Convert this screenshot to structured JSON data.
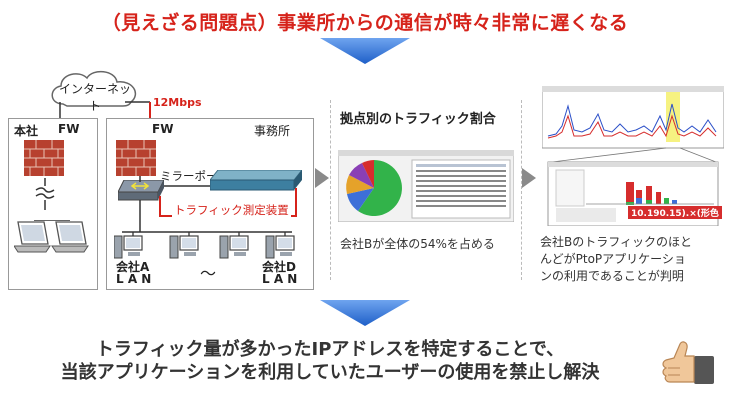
{
  "title": "（見えざる問題点）事業所からの通信が時々非常に遅くなる",
  "network": {
    "internet": "インターネット",
    "bandwidth": "12Mbps",
    "hq": "本社",
    "fw_hq": "FW",
    "fw_branch": "FW",
    "branch": "事務所",
    "mirror_port": "ミラーポート",
    "traffic_device": "トラフィック測定装置",
    "lan_a_line1": "会社A",
    "lan_a_line2": "L A N",
    "tilde": "〜",
    "lan_d_line1": "会社D",
    "lan_d_line2": "L A N"
  },
  "analysis": {
    "heading": "拠点別のトラフィック割合",
    "pie_caption": "会社Bが全体の54%を占める",
    "chart_caption_line1": "会社Bのトラフィックのほと",
    "chart_caption_line2": "んどがPtoPアプリケーショ",
    "chart_caption_line3": "ンの利用であることが判明",
    "ip_label": "10.190.15).×(形色"
  },
  "conclusion_line1": "トラフィック量が多かったIPアドレスを特定することで、",
  "conclusion_line2": "当該アプリケーションを利用していたユーザーの使用を禁止し解決",
  "colors": {
    "accent_red": "#d6231b",
    "arrow_blue": "#1e5fc8"
  },
  "icons": [
    "cloud-icon",
    "firewall-icon",
    "switch-icon",
    "appliance-icon",
    "laptop-icon",
    "pc-icon",
    "thumbs-up-icon"
  ]
}
